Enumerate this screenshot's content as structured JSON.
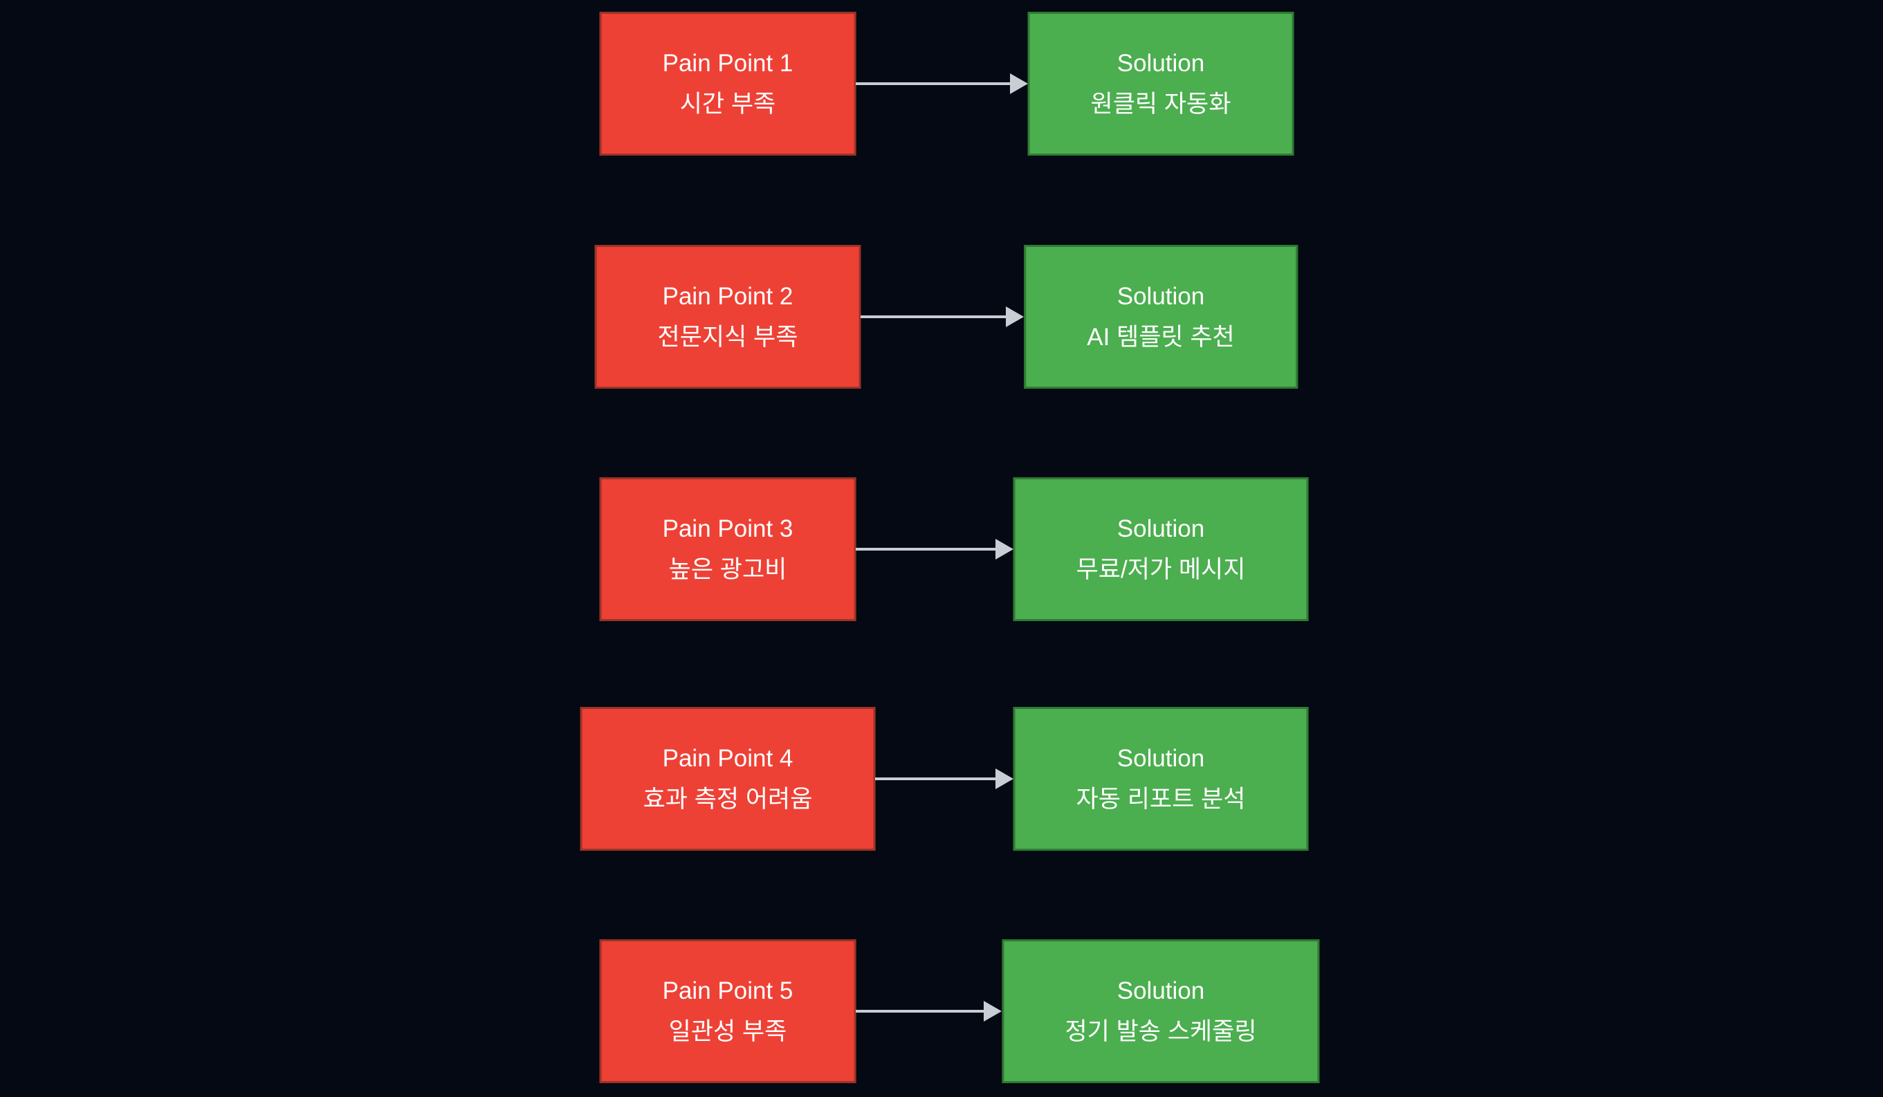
{
  "colors": {
    "background": "#040913",
    "pain-fill": "#ee4136",
    "pain-border": "#9a3327",
    "solution-fill": "#4bae4f",
    "solution-border": "#2f7b33",
    "arrow": "#c9cdd4",
    "text": "#ffffff"
  },
  "rows": [
    {
      "pain_title": "Pain Point 1",
      "pain_subtitle": "시간 부족",
      "sol_title": "Solution",
      "sol_subtitle": "원클릭 자동화"
    },
    {
      "pain_title": "Pain Point 2",
      "pain_subtitle": "전문지식 부족",
      "sol_title": "Solution",
      "sol_subtitle": "AI 템플릿 추천"
    },
    {
      "pain_title": "Pain Point 3",
      "pain_subtitle": "높은 광고비",
      "sol_title": "Solution",
      "sol_subtitle": "무료/저가 메시지"
    },
    {
      "pain_title": "Pain Point 4",
      "pain_subtitle": "효과 측정 어려움",
      "sol_title": "Solution",
      "sol_subtitle": "자동 리포트 분석"
    },
    {
      "pain_title": "Pain Point 5",
      "pain_subtitle": "일관성 부족",
      "sol_title": "Solution",
      "sol_subtitle": "정기 발송 스케줄링"
    }
  ]
}
